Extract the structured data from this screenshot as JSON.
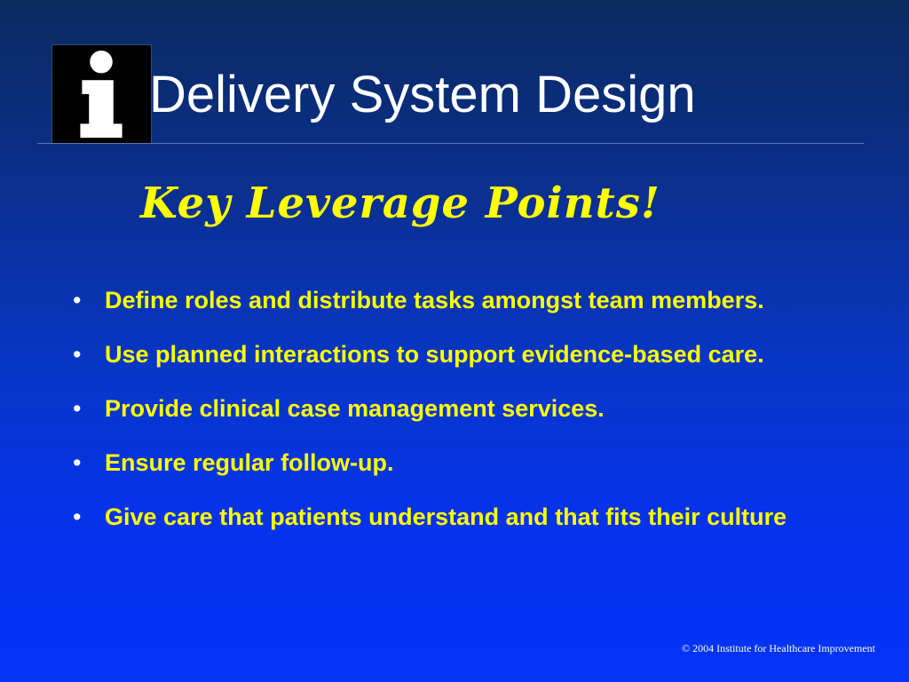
{
  "slide": {
    "logo_icon": "info-i-icon",
    "title": "Delivery System Design",
    "subtitle": "Key Leverage Points!",
    "bullet_marker": "•",
    "bullets": [
      "Define roles and distribute tasks amongst team members.",
      "Use planned interactions to support evidence-based care.",
      "Provide clinical case management services.",
      "Ensure regular follow-up.",
      "Give care that patients understand and that fits their culture"
    ],
    "footer": "© 2004 Institute for Healthcare Improvement"
  },
  "colors": {
    "background_top": "#0b2a60",
    "background_bottom": "#0433f7",
    "title": "#ffffff",
    "accent": "#ffff00"
  }
}
